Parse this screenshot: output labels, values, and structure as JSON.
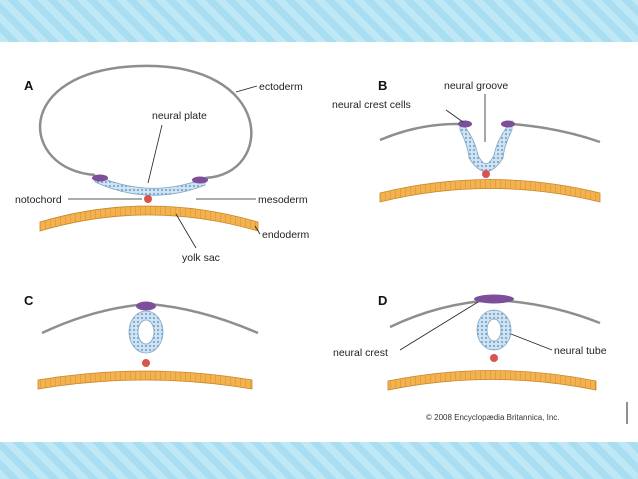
{
  "panels": [
    {
      "letter": "A"
    },
    {
      "letter": "B"
    },
    {
      "letter": "C"
    },
    {
      "letter": "D"
    }
  ],
  "labels": {
    "ectoderm": "ectoderm",
    "neural_plate": "neural plate",
    "notochord": "notochord",
    "mesoderm": "mesoderm",
    "endoderm": "endoderm",
    "yolk_sac": "yolk sac",
    "neural_crest_cells": "neural crest cells",
    "neural_groove": "neural groove",
    "neural_crest": "neural crest",
    "neural_tube": "neural tube"
  },
  "credit": "© 2008 Encyclopædia Britannica, Inc.",
  "colors": {
    "ectoderm_line": "#8e8e8e",
    "neural_tissue": "#cfe3f3",
    "neural_tissue_edge": "#7fa7c9",
    "neural_crest": "#7d4f9a",
    "notochord": "#d9534f",
    "yolk_sac": "#f3b24e",
    "yolk_sac_edge": "#c8862a",
    "band": "#bfe8f6"
  }
}
